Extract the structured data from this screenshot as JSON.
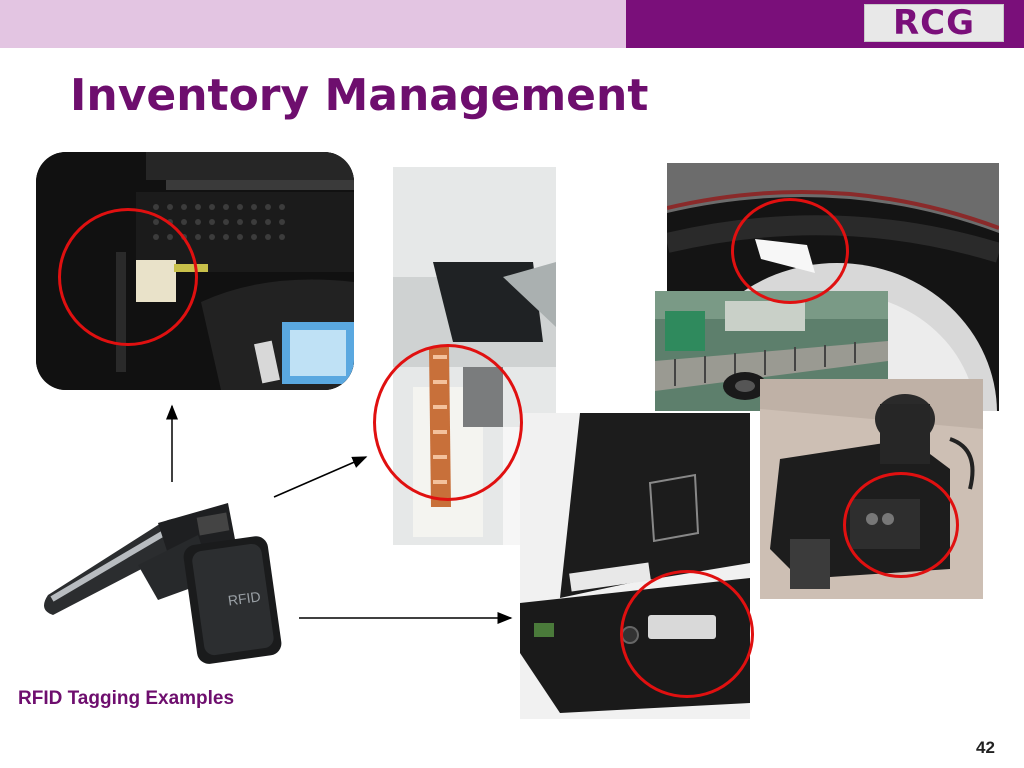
{
  "header": {
    "logo_text": "RCG",
    "brand_color": "#7a0f7a",
    "band_light_color": "#e3c5e2"
  },
  "slide": {
    "title": "Inventory Management",
    "caption": "RFID Tagging Examples",
    "page_number": "42"
  },
  "photos": {
    "device_label": "RFID"
  },
  "accent_color": "#e01010"
}
